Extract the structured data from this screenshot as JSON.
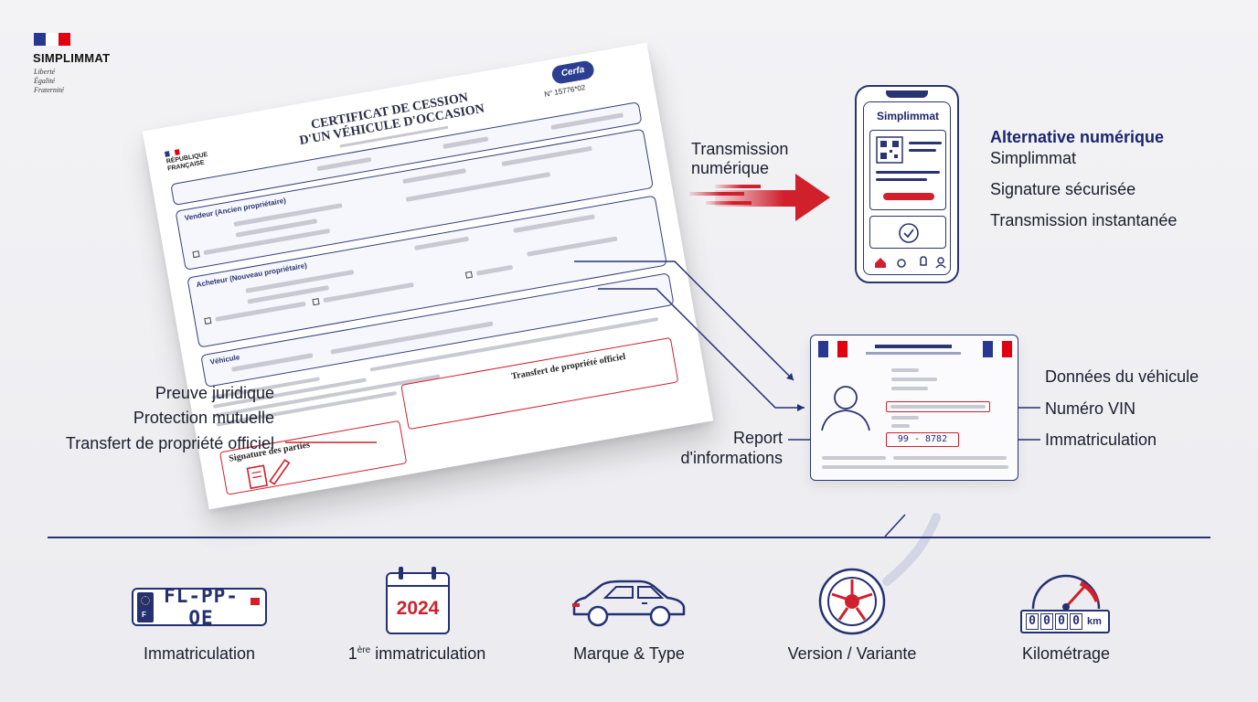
{
  "brand": {
    "name": "SIMPLIMMAT",
    "motto": [
      "Liberté",
      "Égalité",
      "Fraternité"
    ],
    "flag_colors": [
      "#283790",
      "#ffffff",
      "#e1000f"
    ]
  },
  "document": {
    "org": [
      "RÉPUBLIQUE",
      "FRANÇAISE"
    ],
    "title_line1": "CERTIFICAT DE CESSION",
    "title_line2": "D'UN VÉHICULE D'OCCASION",
    "cerfa_badge": "Cerfa",
    "cerfa_number": "N° 15776*02",
    "section_seller": "Vendeur (Ancien propriétaire)",
    "section_buyer": "Acheteur (Nouveau propriétaire)",
    "section_vehicle": "Véhicule",
    "signature_label": "Signature des parties",
    "transfer_label": "Transfert de propriété officiel"
  },
  "left_labels": [
    "Preuve juridique",
    "Protection mutuelle",
    "Transfert de propriété officiel"
  ],
  "transmission": {
    "label_line1": "Transmission",
    "label_line2": "numérique",
    "arrow_color": "#d0202c"
  },
  "phone": {
    "app_name": "Simplimmat"
  },
  "digital_alt": {
    "heading": "Alternative numérique",
    "items": [
      "Simplimmat",
      "Signature sécurisée",
      "Transmission instantanée"
    ]
  },
  "report_label": [
    "Report",
    "d'informations"
  ],
  "id_card": {
    "plate_number": "99 - 8782",
    "labels": [
      "Données du véhicule",
      "Numéro VIN",
      "Immatriculation"
    ]
  },
  "bottom_items": [
    {
      "icon": "license-plate-icon",
      "visual": "FL-PP-OE",
      "label": "Immatriculation"
    },
    {
      "icon": "calendar-icon",
      "visual": "2024",
      "label_prefix": "1",
      "label_sup": "ère",
      "label_suffix": " immatriculation"
    },
    {
      "icon": "car-icon",
      "label": "Marque & Type"
    },
    {
      "icon": "wheel-icon",
      "label": "Version / Variante"
    },
    {
      "icon": "odometer-icon",
      "visual_digits": [
        "0",
        "0",
        "0",
        "0"
      ],
      "visual_unit": "km",
      "label": "Kilométrage"
    }
  ],
  "colors": {
    "navy": "#243072",
    "red": "#d0202c",
    "background": "#efeff3"
  }
}
